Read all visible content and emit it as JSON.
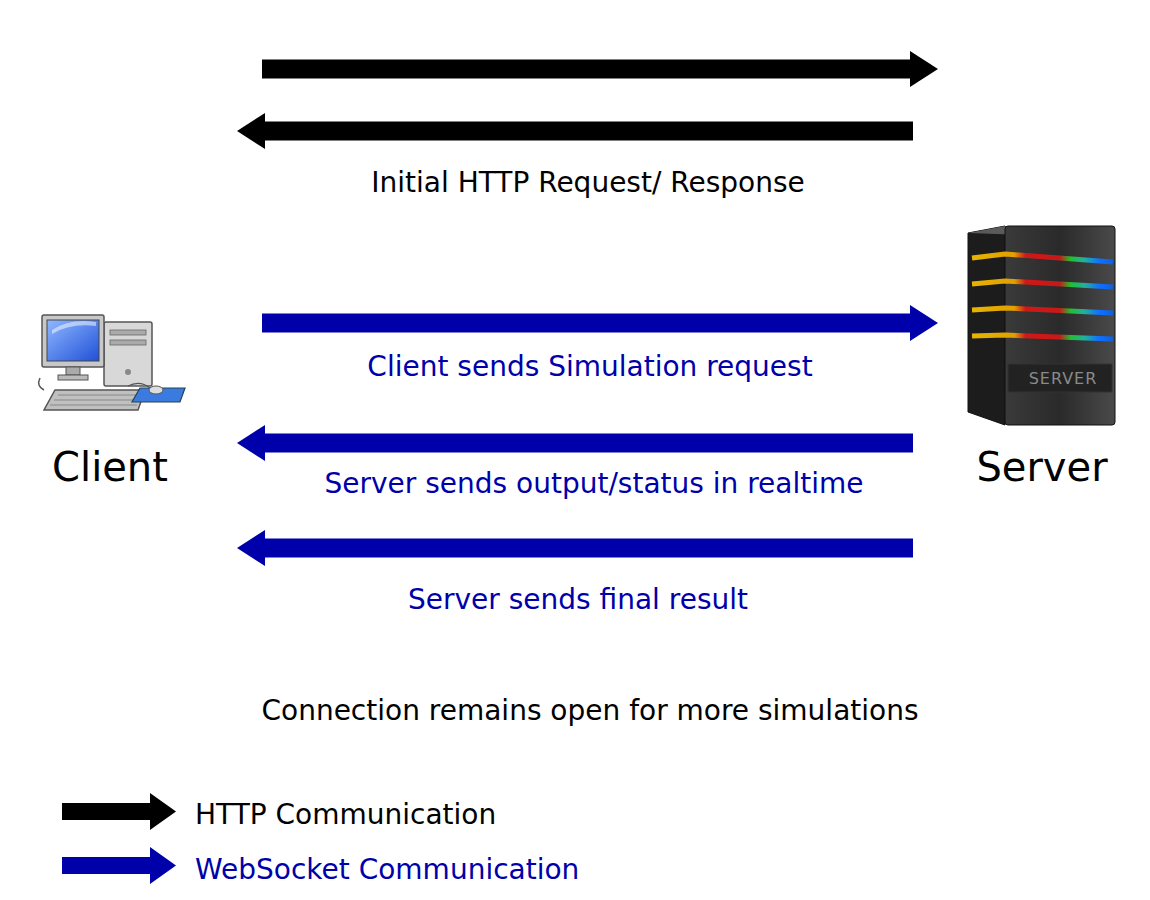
{
  "diagram": {
    "nodes": [
      {
        "text": [
          "Client"
        ]
      },
      {
        "text": [
          "Server"
        ]
      }
    ],
    "edges": [
      {
        "from": 0,
        "to": 1,
        "arrow": "to"
      },
      {
        "from": 1,
        "to": 0,
        "arrow": "to",
        "label": "Initial HTTP Request/ Response"
      },
      {
        "from": 0,
        "to": 1,
        "arrow": "to",
        "label": "Client sends Simulation request"
      },
      {
        "from": 1,
        "to": 0,
        "arrow": "to",
        "label": "Server sends output/status in realtime"
      },
      {
        "from": 1,
        "to": 0,
        "arrow": "to",
        "label": "Server sends final result"
      }
    ],
    "labels": [
      "Connection remains open for more simulations",
      "SERVER"
    ],
    "legend": [
      {
        "text": "HTTP Communication"
      },
      {
        "text": "WebSocket Communication"
      }
    ]
  }
}
